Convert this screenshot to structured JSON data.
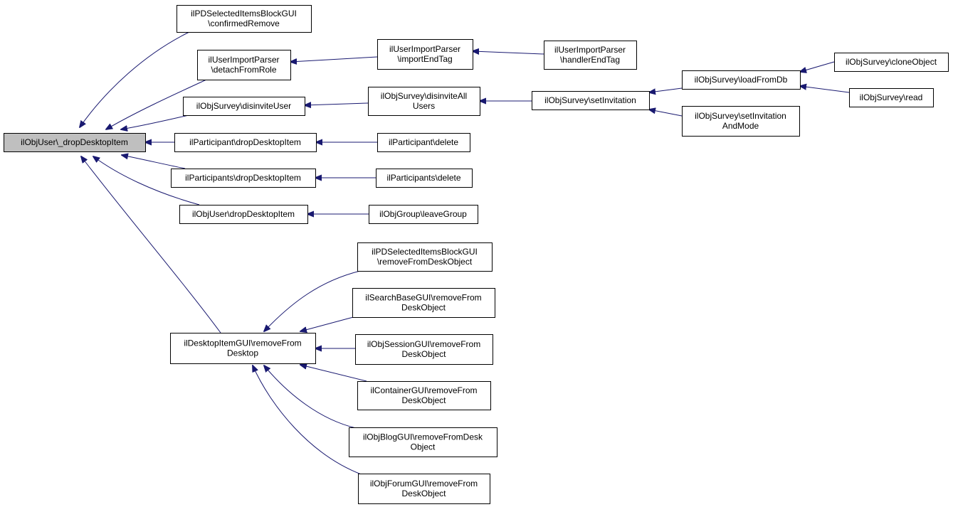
{
  "edge_color": "#191970",
  "root_fill": "#bfbfbf",
  "nodes": [
    {
      "id": "root",
      "lines": [
        "ilObjUser\\_dropDesktopItem"
      ]
    },
    {
      "id": "pdsel_confirm",
      "lines": [
        "ilPDSelectedItemsBlockGUI",
        "\\confirmedRemove"
      ]
    },
    {
      "id": "uip_detach",
      "lines": [
        "ilUserImportParser",
        "\\detachFromRole"
      ]
    },
    {
      "id": "uip_import",
      "lines": [
        "ilUserImportParser",
        "\\importEndTag"
      ]
    },
    {
      "id": "uip_handler",
      "lines": [
        "ilUserImportParser",
        "\\handlerEndTag"
      ]
    },
    {
      "id": "survey_disinvite",
      "lines": [
        "ilObjSurvey\\disinviteUser"
      ]
    },
    {
      "id": "survey_disinviteall",
      "lines": [
        "ilObjSurvey\\disinviteAll",
        "Users"
      ]
    },
    {
      "id": "survey_setinv",
      "lines": [
        "ilObjSurvey\\setInvitation"
      ]
    },
    {
      "id": "survey_load",
      "lines": [
        "ilObjSurvey\\loadFromDb"
      ]
    },
    {
      "id": "survey_setinvmode",
      "lines": [
        "ilObjSurvey\\setInvitation",
        "AndMode"
      ]
    },
    {
      "id": "survey_clone",
      "lines": [
        "ilObjSurvey\\cloneObject"
      ]
    },
    {
      "id": "survey_read",
      "lines": [
        "ilObjSurvey\\read"
      ]
    },
    {
      "id": "part_drop",
      "lines": [
        "ilParticipant\\dropDesktopItem"
      ]
    },
    {
      "id": "part_delete",
      "lines": [
        "ilParticipant\\delete"
      ]
    },
    {
      "id": "parts_drop",
      "lines": [
        "ilParticipants\\dropDesktopItem"
      ]
    },
    {
      "id": "parts_delete",
      "lines": [
        "ilParticipants\\delete"
      ]
    },
    {
      "id": "user_drop",
      "lines": [
        "ilObjUser\\dropDesktopItem"
      ]
    },
    {
      "id": "group_leave",
      "lines": [
        "ilObjGroup\\leaveGroup"
      ]
    },
    {
      "id": "dtgui_remove",
      "lines": [
        "ilDesktopItemGUI\\removeFrom",
        "Desktop"
      ]
    },
    {
      "id": "pdsel_remove",
      "lines": [
        "ilPDSelectedItemsBlockGUI",
        "\\removeFromDeskObject"
      ]
    },
    {
      "id": "search_remove",
      "lines": [
        "ilSearchBaseGUI\\removeFrom",
        "DeskObject"
      ]
    },
    {
      "id": "session_remove",
      "lines": [
        "ilObjSessionGUI\\removeFrom",
        "DeskObject"
      ]
    },
    {
      "id": "container_remove",
      "lines": [
        "ilContainerGUI\\removeFrom",
        "DeskObject"
      ]
    },
    {
      "id": "blog_remove",
      "lines": [
        "ilObjBlogGUI\\removeFromDesk",
        "Object"
      ]
    },
    {
      "id": "forum_remove",
      "lines": [
        "ilObjForumGUI\\removeFrom",
        "DeskObject"
      ]
    }
  ],
  "edges": [
    {
      "from": "pdsel_confirm",
      "to": "root"
    },
    {
      "from": "uip_detach",
      "to": "root"
    },
    {
      "from": "survey_disinvite",
      "to": "root"
    },
    {
      "from": "part_drop",
      "to": "root"
    },
    {
      "from": "parts_drop",
      "to": "root"
    },
    {
      "from": "user_drop",
      "to": "root"
    },
    {
      "from": "dtgui_remove",
      "to": "root"
    },
    {
      "from": "uip_import",
      "to": "uip_detach"
    },
    {
      "from": "uip_handler",
      "to": "uip_import"
    },
    {
      "from": "survey_disinviteall",
      "to": "survey_disinvite"
    },
    {
      "from": "survey_setinv",
      "to": "survey_disinviteall"
    },
    {
      "from": "survey_load",
      "to": "survey_setinv"
    },
    {
      "from": "survey_setinvmode",
      "to": "survey_setinv"
    },
    {
      "from": "survey_clone",
      "to": "survey_load"
    },
    {
      "from": "survey_read",
      "to": "survey_load"
    },
    {
      "from": "part_delete",
      "to": "part_drop"
    },
    {
      "from": "parts_delete",
      "to": "parts_drop"
    },
    {
      "from": "group_leave",
      "to": "user_drop"
    },
    {
      "from": "pdsel_remove",
      "to": "dtgui_remove"
    },
    {
      "from": "search_remove",
      "to": "dtgui_remove"
    },
    {
      "from": "session_remove",
      "to": "dtgui_remove"
    },
    {
      "from": "container_remove",
      "to": "dtgui_remove"
    },
    {
      "from": "blog_remove",
      "to": "dtgui_remove"
    },
    {
      "from": "forum_remove",
      "to": "dtgui_remove"
    }
  ]
}
